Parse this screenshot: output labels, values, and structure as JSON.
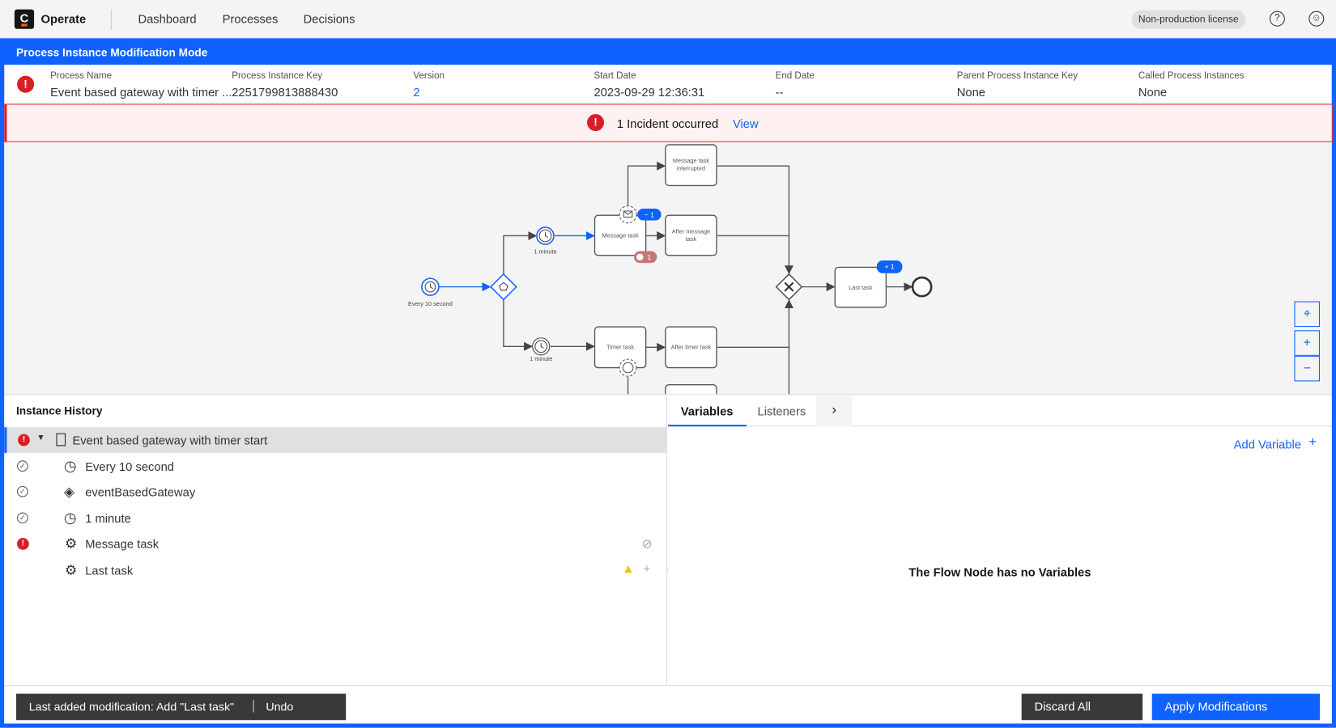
{
  "header": {
    "logo_letter": "C",
    "brand": "Operate",
    "nav": [
      "Dashboard",
      "Processes",
      "Decisions"
    ],
    "license": "Non-production license",
    "help_icon": "help-icon",
    "user_icon": "user-icon"
  },
  "mode_title": "Process Instance Modification Mode",
  "instance": {
    "labels": [
      "Process Name",
      "Process Instance Key",
      "Version",
      "Start Date",
      "End Date",
      "Parent Process Instance Key",
      "Called Process Instances"
    ],
    "values": [
      "Event based gateway with timer ...",
      "2251799813888430",
      "2",
      "2023-09-29 12:36:31",
      "--",
      "None",
      "None"
    ]
  },
  "incident": {
    "text": "1 Incident occurred",
    "link": "View"
  },
  "diagram": {
    "start_label": "Every 10 second",
    "timer_up_label": "1 minute",
    "timer_down_label": "1 minute",
    "tasks": [
      "Message task",
      "Message task",
      "interrupted",
      "After message",
      "task",
      "Timer task",
      "After timer task",
      "Last task"
    ],
    "badges": {
      "message_task_minus": "− 1",
      "message_task_incident": "1",
      "last_task_plus": "+ 1"
    },
    "zoom": {
      "reset": "⌖",
      "in": "+",
      "out": "−"
    }
  },
  "history": {
    "title": "Instance History",
    "root": "Event based gateway with timer start",
    "items": [
      "Every 10 second",
      "eventBasedGateway",
      "1 minute",
      "Message task",
      "Last task"
    ]
  },
  "variables": {
    "tabs": [
      "Variables",
      "Listeners"
    ],
    "add": "Add Variable",
    "empty": "The Flow Node has no Variables"
  },
  "footer": {
    "last_mod": "Last added modification: Add \"Last task\"",
    "undo": "Undo",
    "discard": "Discard All",
    "apply": "Apply Modifications"
  },
  "colors": {
    "accent": "#0f62fe",
    "error": "#da1e28",
    "warning": "#f1c21b"
  }
}
